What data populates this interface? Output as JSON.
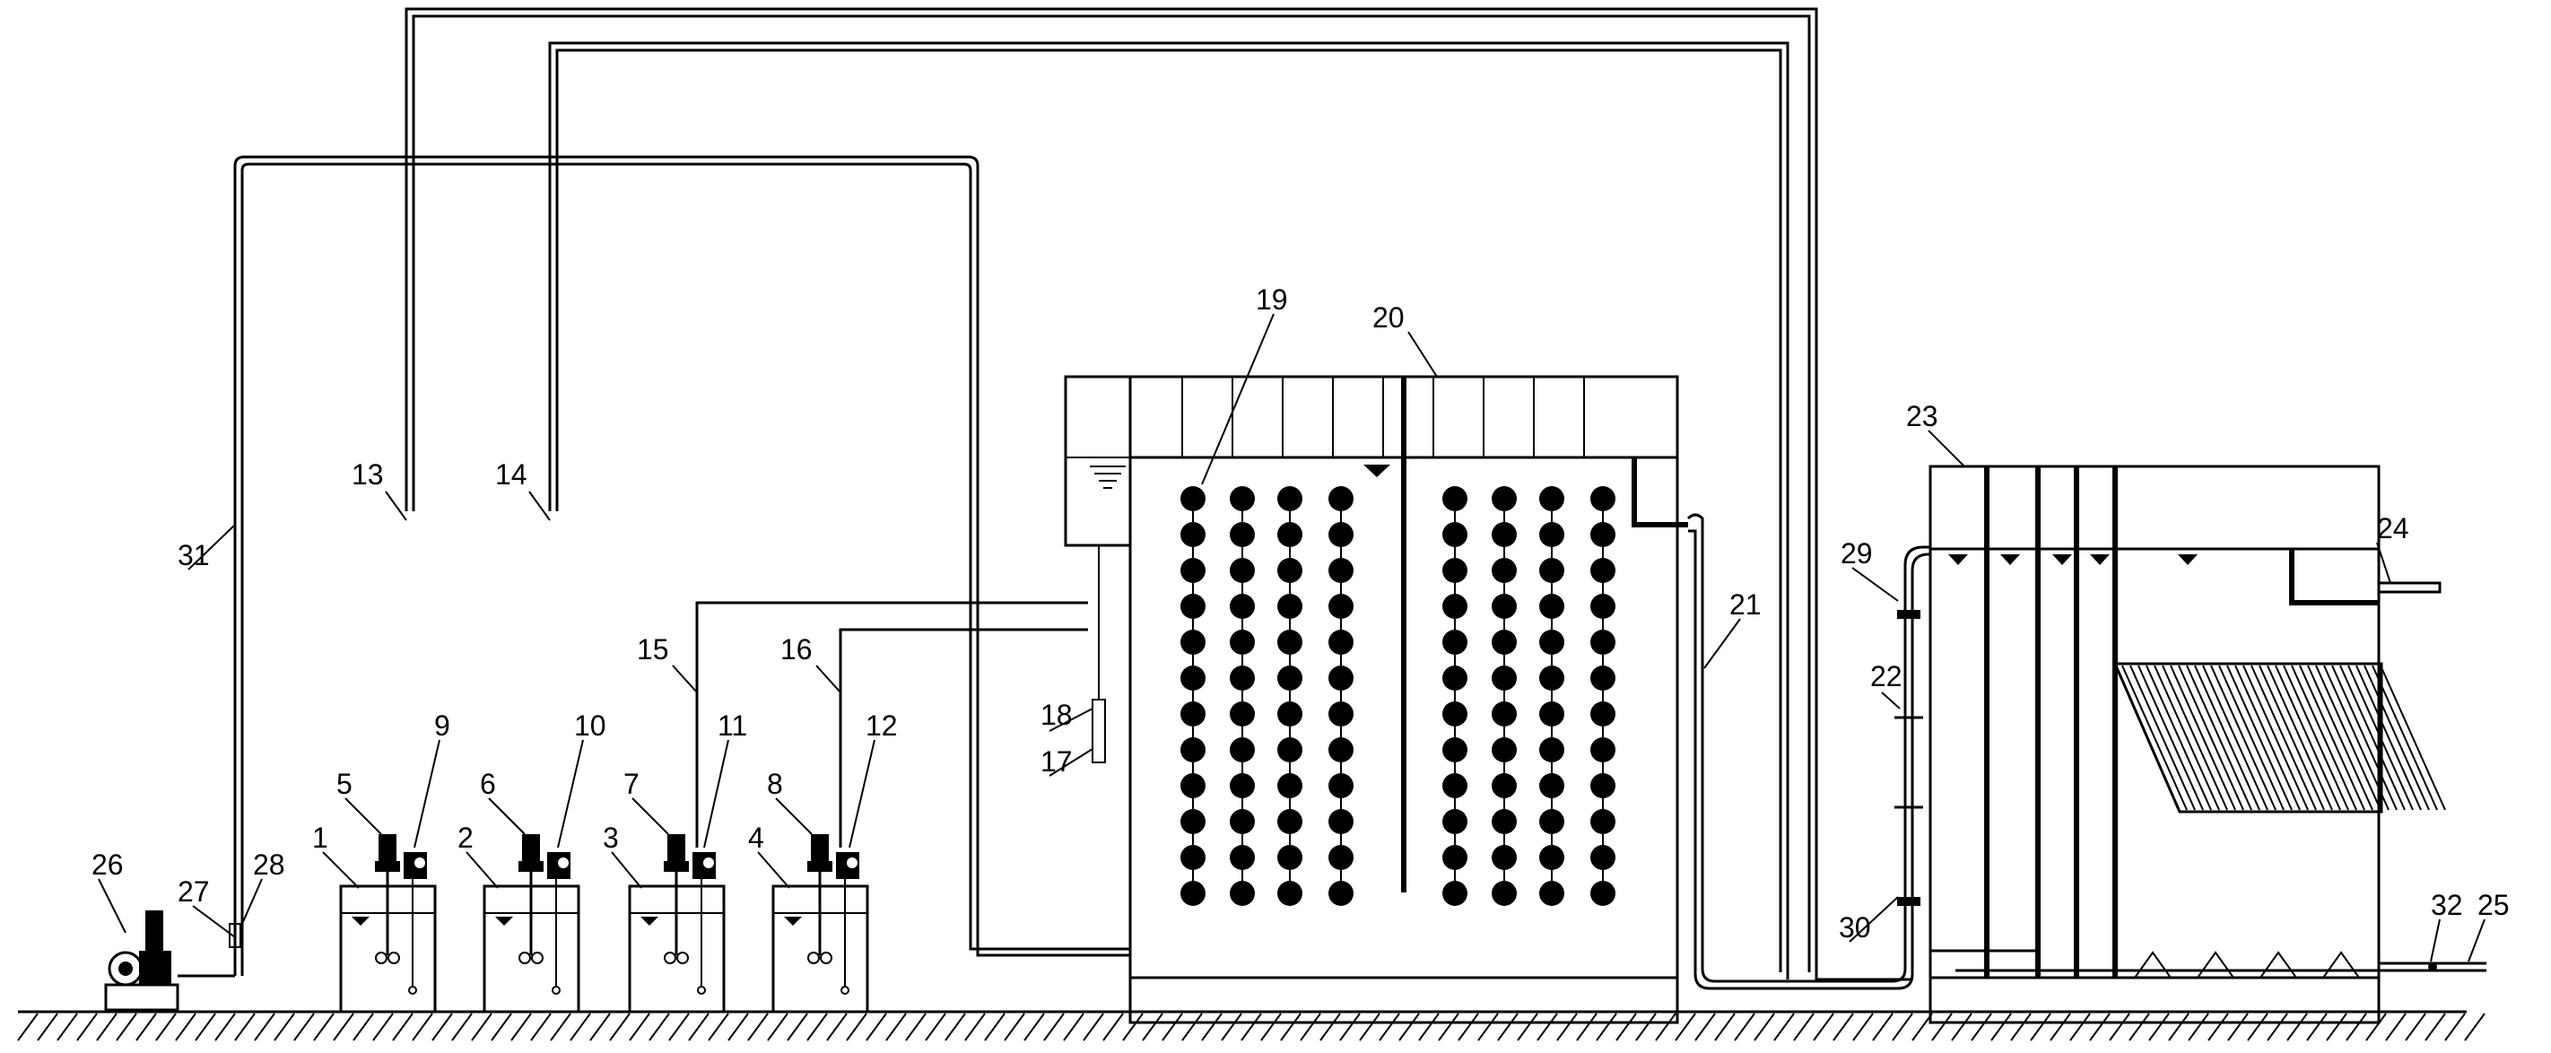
{
  "labels": {
    "n1": "1",
    "n2": "2",
    "n3": "3",
    "n4": "4",
    "n5": "5",
    "n6": "6",
    "n7": "7",
    "n8": "8",
    "n9": "9",
    "n10": "10",
    "n11": "11",
    "n12": "12",
    "n13": "13",
    "n14": "14",
    "n15": "15",
    "n16": "16",
    "n17": "17",
    "n18": "18",
    "n19": "19",
    "n20": "20",
    "n21": "21",
    "n22": "22",
    "n23": "23",
    "n24": "24",
    "n25": "25",
    "n26": "26",
    "n27": "27",
    "n28": "28",
    "n29": "29",
    "n30": "30",
    "n31": "31",
    "n32": "32"
  },
  "colors": {
    "line": "#000000",
    "background": "#ffffff"
  },
  "reactor": {
    "carrier_columns": 8,
    "carrier_rows": 12
  }
}
